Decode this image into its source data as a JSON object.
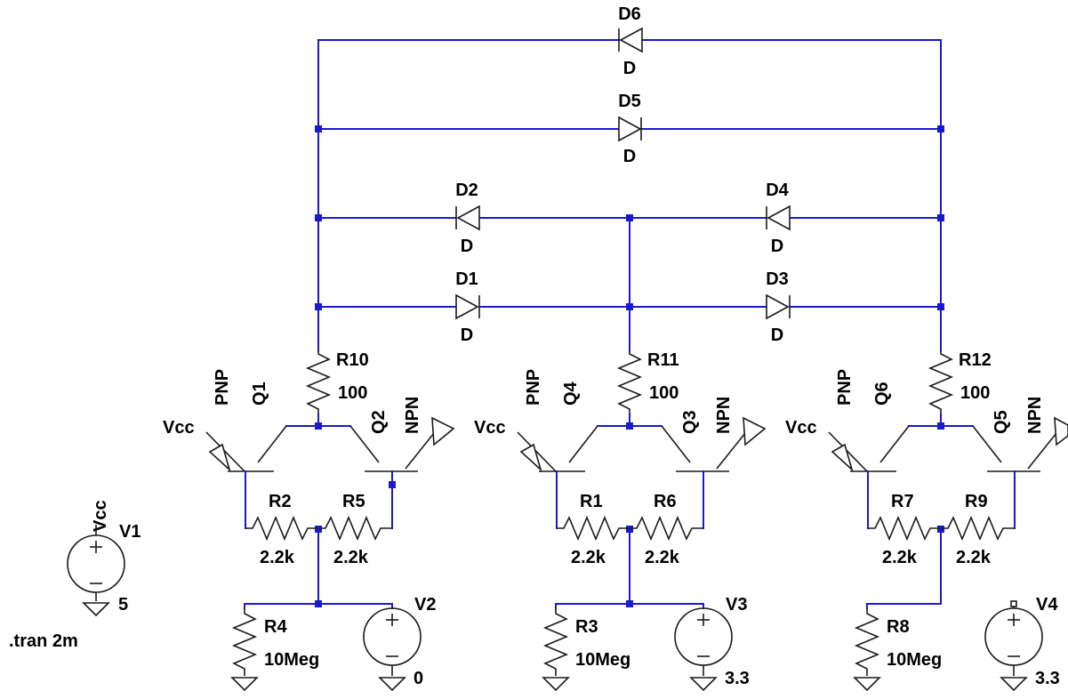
{
  "diodes": {
    "D6": {
      "name": "D6",
      "value": "D"
    },
    "D5": {
      "name": "D5",
      "value": "D"
    },
    "D2": {
      "name": "D2",
      "value": "D"
    },
    "D4": {
      "name": "D4",
      "value": "D"
    },
    "D1": {
      "name": "D1",
      "value": "D"
    },
    "D3": {
      "name": "D3",
      "value": "D"
    }
  },
  "resistors": {
    "R10": {
      "name": "R10",
      "value": "100"
    },
    "R11": {
      "name": "R11",
      "value": "100"
    },
    "R12": {
      "name": "R12",
      "value": "100"
    },
    "R2": {
      "name": "R2",
      "value": "2.2k"
    },
    "R5": {
      "name": "R5",
      "value": "2.2k"
    },
    "R1": {
      "name": "R1",
      "value": "2.2k"
    },
    "R6": {
      "name": "R6",
      "value": "2.2k"
    },
    "R7": {
      "name": "R7",
      "value": "2.2k"
    },
    "R9": {
      "name": "R9",
      "value": "2.2k"
    },
    "R4": {
      "name": "R4",
      "value": "10Meg"
    },
    "R3": {
      "name": "R3",
      "value": "10Meg"
    },
    "R8": {
      "name": "R8",
      "value": "10Meg"
    }
  },
  "transistors": {
    "Q1": {
      "name": "Q1",
      "model": "PNP"
    },
    "Q2": {
      "name": "Q2",
      "model": "NPN"
    },
    "Q4": {
      "name": "Q4",
      "model": "PNP"
    },
    "Q3": {
      "name": "Q3",
      "model": "NPN"
    },
    "Q6": {
      "name": "Q6",
      "model": "PNP"
    },
    "Q5": {
      "name": "Q5",
      "model": "NPN"
    }
  },
  "sources": {
    "V1": {
      "name": "V1",
      "value": "5",
      "net": "Vcc"
    },
    "V2": {
      "name": "V2",
      "value": "0"
    },
    "V3": {
      "name": "V3",
      "value": "3.3"
    },
    "V4": {
      "name": "V4",
      "value": "3.3"
    }
  },
  "nets": {
    "vcc1": "Vcc",
    "vcc2": "Vcc",
    "vcc3": "Vcc"
  },
  "directive": ".tran 2m",
  "colors": {
    "wire": "#1a1acc",
    "symbol": "#1a1a1a",
    "text": "#000000",
    "background": "#ffffff"
  }
}
